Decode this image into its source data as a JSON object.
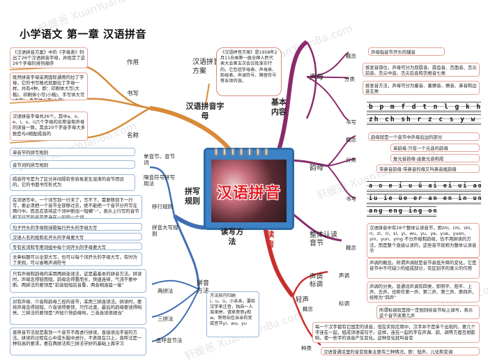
{
  "title": "小学语文 第一章 汉语拼音",
  "center_label": "汉语拼音",
  "watermark": "轩媛爸 XuanYuanBa.com",
  "colors": {
    "left_top": "#d88a3a",
    "left_bottom": "#3f6fb3",
    "right_top": "#8a2a6b",
    "right_bottom": "#c9302c"
  },
  "scheme": {
    "branch": "汉语拼音字母",
    "callout_label": "汉语拼音方案",
    "callout_text": "《汉语拼音方案》是1958年2月11日由第一届全国人民代表大会第五次会议批准实行的。它包括字母表、声母表、韵母表、声调符号、隔音符号等五项内容。",
    "items": [
      {
        "label": "作用",
        "text": "《汉语拼音方案》中的《字母表》列出了26个汉语拼音字母，并规定了这26个字母的排列顺序"
      },
      {
        "label": "书写",
        "text": "既然拼音字母采用国际通用的拉丁字母，它的书写格式就跟拉丁字母一样，共有4种，即：印刷体大写(大楷)、印刷体小写(小楷)、手写体大写(大草)、手写体小写(小草)"
      },
      {
        "label": "名称",
        "text": "汉语拼音字母共26个，其中a、o、e、i、u、ü六个字母的名称音和声母的读音一致，其余20个字音字母大多数是与d相配成音的"
      }
    ]
  },
  "content": {
    "branch": "基本内容",
    "initials": {
      "label": "声母",
      "concept_label": "概念",
      "concept": "声母指音节开头的辅音",
      "class_label": "分类",
      "class_a": "按发音部位，声母可分为双唇音、唇齿音、舌面音、舌尖前音、舌尖中音、舌尖后音和舌根音七类",
      "class_b": "按发音方法，声母可分为塞音、塞擦音、擦音、鼻音和边音五类",
      "write_label": "书写",
      "row1": "b p m f d t n l g k h j q x",
      "row2": "zh ch sh r z c s y w"
    },
    "finals": {
      "label": "韵母",
      "concept_label": "概念",
      "concept": "韵母就是一个音节中声母后边的部分",
      "class_label": "分类",
      "class_a": "单韵母:只有一个元音的韵母",
      "class_b": "复元音韵母:由复元音构成",
      "class_c": "带鼻音韵母:带鼻音的母又叫鼻音尾韵母",
      "write_label": "书写",
      "row1": "a o e i u ü ai ei ui ao ou",
      "row2": "iu ie üe er an en in un ün",
      "row3": "ang eng ing ong"
    },
    "whole": {
      "label": "整体认读音节",
      "concept_label": "概念",
      "concept": "汉语拼音中有16个整体认读音节，即zhi、chi、shi、ri、zi、ci、si、yi、wu、yu、ye、yue、yuan、yin、yun、ying 不分声母和韵母，也不用拼读的方法，而是整个直接认读的，这些音节就称为整体认读音节"
    }
  },
  "write_rules": {
    "branch": "拼写规则",
    "read_branch": "读写方法",
    "boxes": [
      {
        "label": "单音节、音节词",
        "text": "单音节的拼写规则"
      },
      {
        "label": "",
        "text": "音节词的拼写规则"
      },
      {
        "label": "隔音符号拼写用法",
        "text": "隔音符号是为了区分并间隔有些容易发生混淆的音节而设的。它的书面书写形式为"
      },
      {
        "label": "移行规则",
        "text": "在词语写中，一个词写到一行末了，写不下，需要移到下一行写，要必须把一个音节全部移过去，绝不能把一个音节分开写在两行中。而且应该将这个词中断加一短横“-”，表示上行写的音节和下行写的音节是连在一起的一个词"
      },
      {
        "label": "拼音大写规则",
        "text": "句子开头的字母和诗歌每行开头的字母大写"
      },
      {
        "label": "",
        "text": "汉语人名的姓和名开头的字母要大写"
      },
      {
        "label": "",
        "text": "专有名词和专用词组中每个词开头的字母要大写"
      },
      {
        "label": "",
        "text": "文章标题可以全部大写，也可以每个词开头的字母大写，有时为了美观，可以省略声调符号"
      }
    ],
    "spell": {
      "label": "拼音方法",
      "items": [
        {
          "label": "两拼法",
          "text": "只有声母和韵母的采用两拼连读法，这是最基本的拼音方法。拼读时，声母念得轻而短，韵母念得重而长，快速连续，气流不要中断。两拼法的要领是“前音轻短后音重，两音相连猛一碰”"
        },
        {
          "label": "三拼法",
          "text": "对有声母、介音和韵母三段的音节，采用三拼连读法。拼读时，要将声母念得轻短，介音读得要快，只作过渡，最后的韵母要读得响亮，三拼法的要领是“声轻介快韵母响，三音连读很顺当”"
        },
        {
          "label": "直呼音节法",
          "text": "直呼音节法就是看到一个音节不再进行拼读，直接读出字音的方法。拼读的过程在心中或头脑中进行，不表现在口上，直呼法是一种较高的要求，要在两拼法和三拼法学好的基础上再学习"
        }
      ],
      "hint": "方法技巧归纳\ni、u、ü，小亲亲，要给汉字来注音，独自一人准来拼，请来哥哥y和w。哥哥站在亲亲的变成音节yi、wu、yu"
    }
  },
  "tones": {
    "branch": "读音",
    "label": "声调标调",
    "tone_label": "声调",
    "tone_a": "声调的概念。所谓声调就是音节高低升降的变化，它是音节中不可缺少的组成部分，有区别字的意义的作用",
    "tone_b": "声调的分类。普通话声调有四类，即阴平、阳平、上声、去声，也称作第一声、第二声、第三声、第四声，统称为“四声”",
    "mark_label": "标调",
    "mark": "所谓标调就是按一定规则给音节标上调号，表示这个音节读第几声",
    "light_label": "轻声",
    "concept_label": "概念",
    "light_concept": "每一个汉字都有它固定的读音，但在实际应用中，汉字并不是单个出现的，要几个字连在一起，组成词语或句子。这样，连在一起的字在声调、韵、调等方面互相影响，使一些字的读音产生变化。这种变化就叫音变",
    "kind_label": "种类",
    "kinds": "汉语普通话里的音变现象主要有三种情况，即：轻声、儿化和变调"
  }
}
